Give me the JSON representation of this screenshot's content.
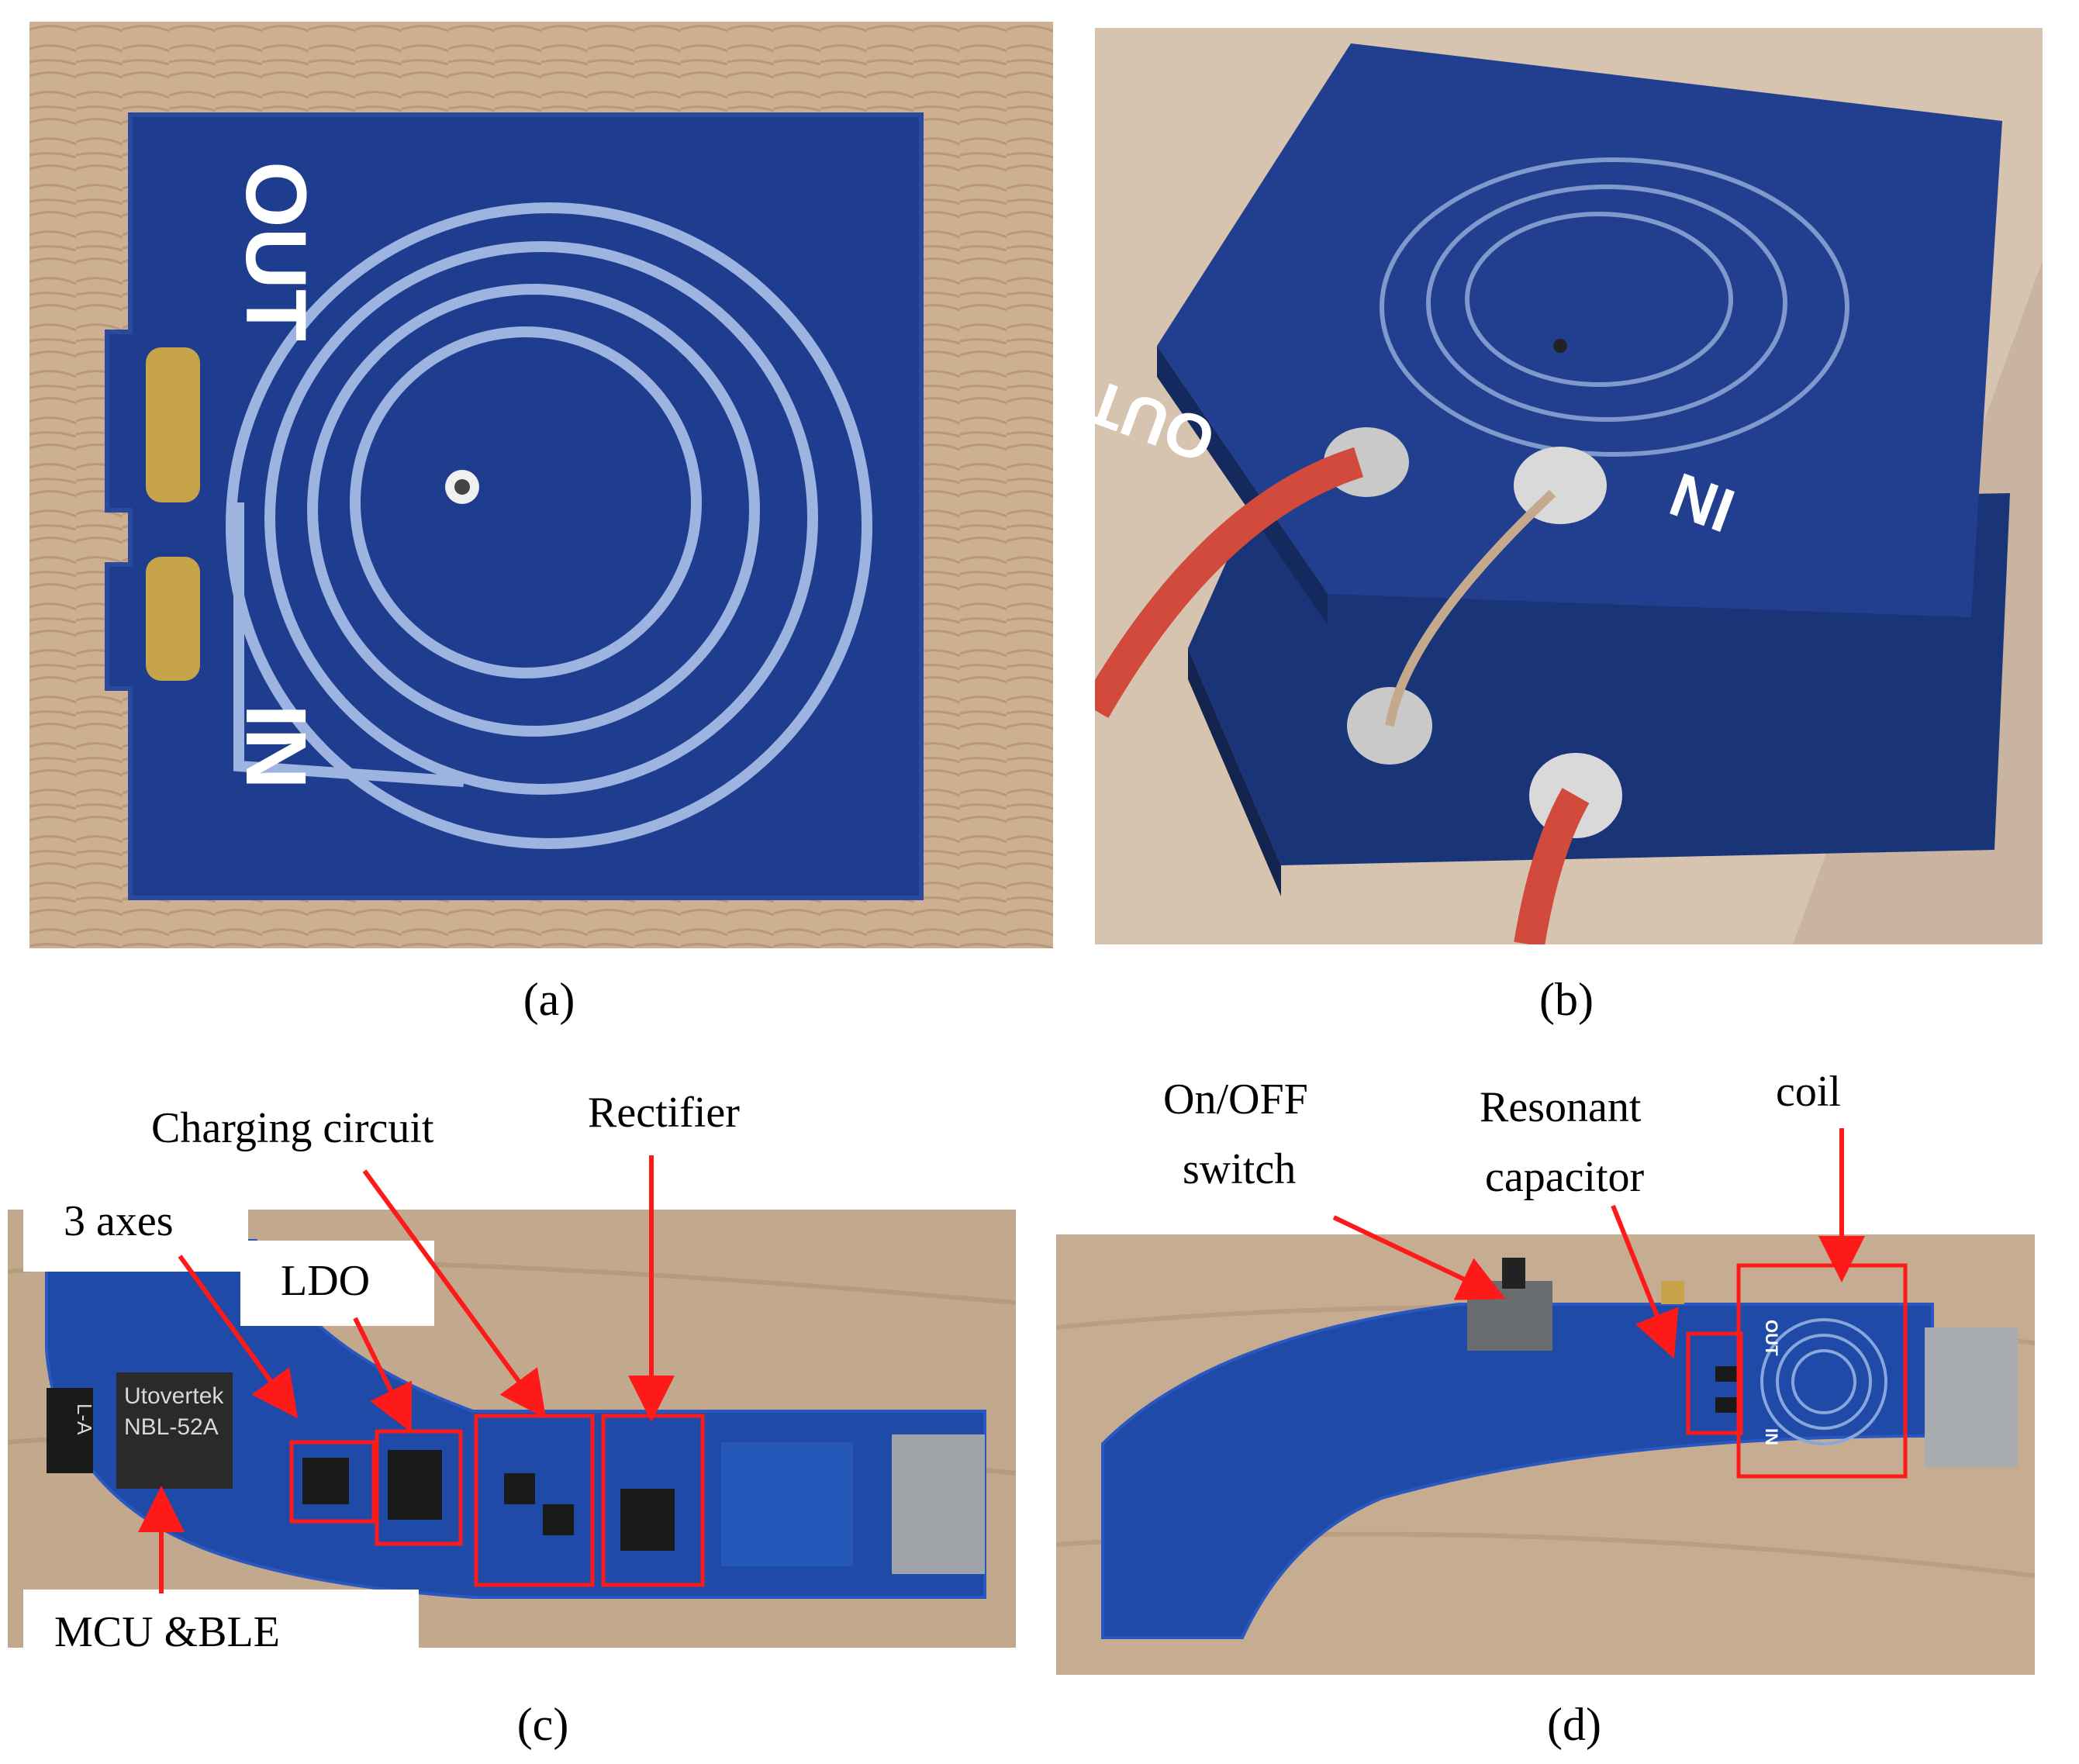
{
  "panels": {
    "a": {
      "caption": "(a)",
      "pcb_label_out": "OUT",
      "pcb_label_in": "IN"
    },
    "b": {
      "caption": "(b)",
      "pcb_label_out": "OUT",
      "pcb_label_in": "IN"
    },
    "c": {
      "caption": "(c)",
      "labels": {
        "charging_circuit": "Charging circuit",
        "rectifier": "Rectifier",
        "three_axes": "3 axes",
        "ldo": "LDO",
        "mcu_ble": "MCU &BLE"
      },
      "module_brand": "Utovertek",
      "module_model": "NBL-52A",
      "module_side": "L-A"
    },
    "d": {
      "caption": "(d)",
      "labels": {
        "on_off_switch_line1": "On/OFF",
        "on_off_switch_line2": "switch",
        "resonant_line1": "Resonant",
        "resonant_line2": "capacitor",
        "coil": "coil"
      },
      "coil_out": "OUT",
      "coil_in": "IN"
    }
  },
  "colors": {
    "pcb_blue": "#1f3d8f",
    "annotation_red": "#ff1a1a",
    "wood": "#c9a98a"
  }
}
